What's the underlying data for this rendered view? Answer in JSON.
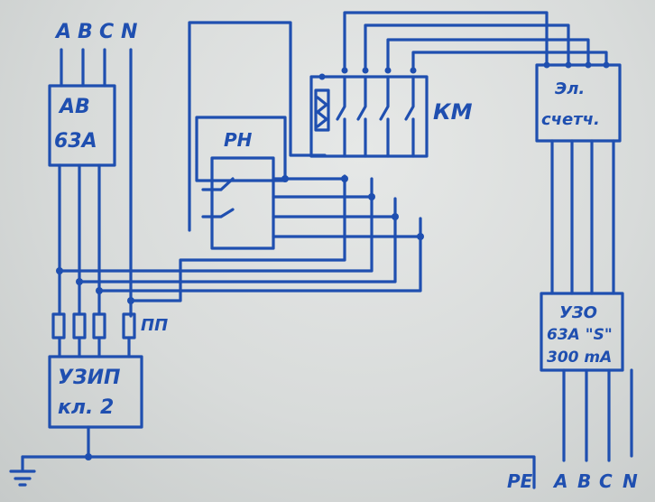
{
  "inputs": {
    "phases": [
      "A",
      "B",
      "C",
      "N"
    ]
  },
  "breaker": {
    "line1": "АВ",
    "line2": "63А"
  },
  "relay": {
    "label": "РН"
  },
  "contactor": {
    "label": "КМ"
  },
  "meter": {
    "line1": "Эл.",
    "line2": "счетч."
  },
  "fuses": {
    "label": "ПП"
  },
  "spd": {
    "line1": "УЗИП",
    "line2": "кл. 2"
  },
  "rcd": {
    "line1": "УЗО",
    "line2": "63А \"S\"",
    "line3": "300 mA"
  },
  "outputs": {
    "pe": "PE",
    "phases": [
      "A",
      "B",
      "C",
      "N"
    ]
  },
  "colors": {
    "ink": "#1f4fb0",
    "paper": "#d9dcdb"
  }
}
